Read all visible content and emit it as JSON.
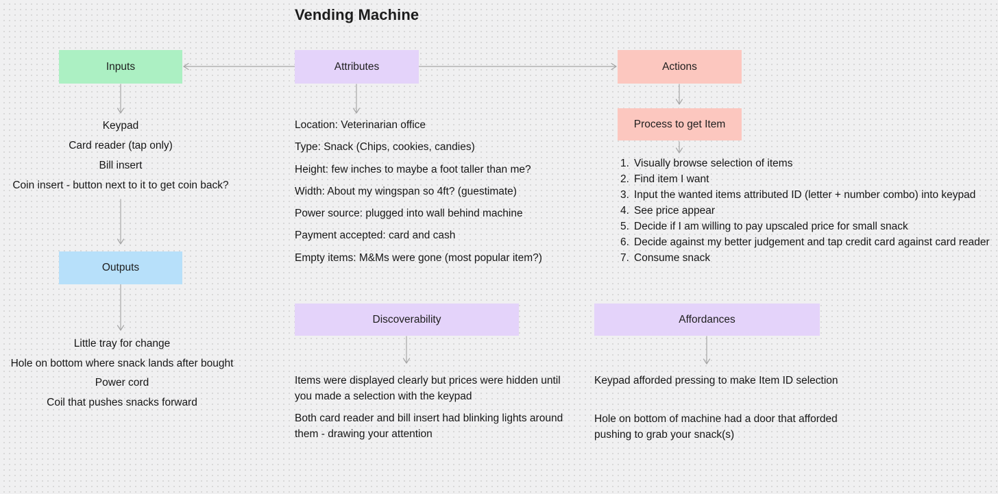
{
  "canvas": {
    "title": "Vending Machine",
    "colors": {
      "background": "#F0F0F1",
      "grid_dot": "#D2D2D2",
      "inputs_green": "#ACF0C3",
      "attributes_purple": "#E4D3FA",
      "actions_salmon": "#FCC7BF",
      "outputs_blue": "#B7E0FA",
      "connector_gray": "#A6A6A6",
      "text": "#161616"
    }
  },
  "inputs": {
    "label": "Inputs",
    "items": [
      "Keypad",
      "Card reader (tap only)",
      "Bill insert",
      "Coin insert - button next to it to get coin back?"
    ]
  },
  "outputs": {
    "label": "Outputs",
    "items": [
      "Little tray for change",
      "Hole on bottom where snack lands after bought",
      "Power cord",
      "Coil that pushes snacks forward"
    ]
  },
  "attributes": {
    "label": "Attributes",
    "items": [
      "Location: Veterinarian office",
      "Type: Snack (Chips, cookies, candies)",
      "Height: few inches to maybe a foot taller than me?",
      "Width: About my wingspan so 4ft? (guestimate)",
      "Power source: plugged into wall behind machine",
      "Payment accepted: card and cash",
      "Empty items: M&Ms were gone (most popular item?)"
    ]
  },
  "actions": {
    "label": "Actions",
    "process_label": "Process to get Item",
    "steps": [
      {
        "num": "1.",
        "text": "Visually browse selection of items"
      },
      {
        "num": "2.",
        "text": "Find item I want"
      },
      {
        "num": "3.",
        "text": "Input the wanted items attributed ID (letter + number combo) into keypad"
      },
      {
        "num": "4.",
        "text": "See price appear"
      },
      {
        "num": "5.",
        "text": "Decide if I am willing to pay upscaled price for small snack"
      },
      {
        "num": "6.",
        "text": "Decide against my better judgement and tap credit card against card reader"
      },
      {
        "num": "7.",
        "text": "Consume snack"
      }
    ]
  },
  "discoverability": {
    "label": "Discoverability",
    "paragraphs": [
      "Items were displayed clearly but prices were hidden until you made a selection with the keypad",
      "Both card reader and bill insert had blinking lights around them - drawing your attention"
    ]
  },
  "affordances": {
    "label": "Affordances",
    "paragraphs": [
      "Keypad afforded pressing to make Item ID selection",
      "Hole on bottom of machine had a door that afforded pushing to grab your snack(s)"
    ]
  }
}
